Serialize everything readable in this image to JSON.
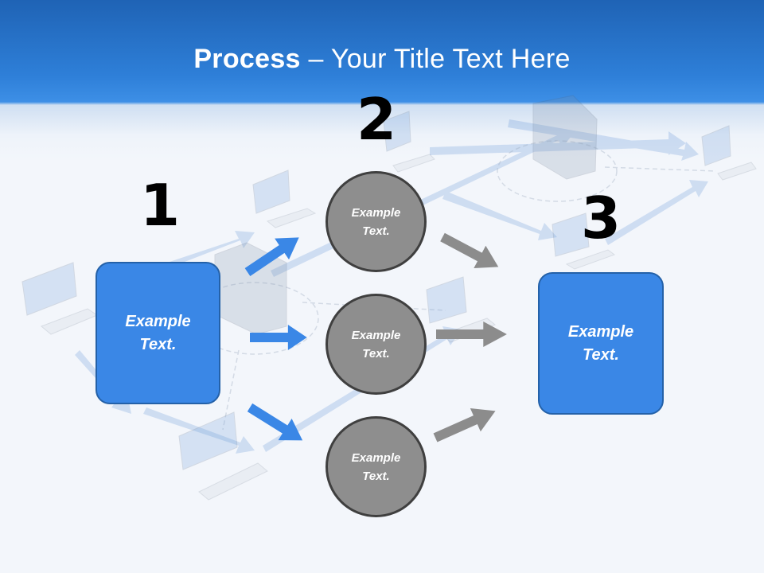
{
  "title": {
    "bold": "Process",
    "rest": " – Your Title Text Here"
  },
  "steps": [
    {
      "number": "1",
      "box_text": "Example\nText."
    },
    {
      "number": "2",
      "circles": [
        "Example\nText.",
        "Example\nText.",
        "Example\nText."
      ]
    },
    {
      "number": "3",
      "box_text": "Example\nText."
    }
  ],
  "colors": {
    "box_fill": "#3a87e6",
    "box_border": "#2461a8",
    "circle_fill": "#8e8e8e",
    "circle_border": "#3f3f3f",
    "blue_arrow": "#3a87e6",
    "gray_arrow": "#8c8c8c",
    "header": "#2e7fd8"
  }
}
